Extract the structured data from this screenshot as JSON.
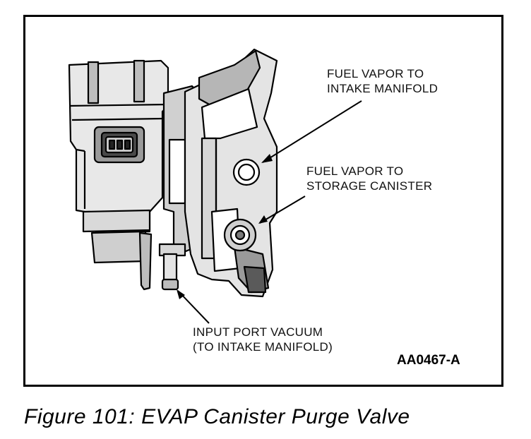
{
  "diagram": {
    "subject": "evap-canister-purge-valve",
    "labels": {
      "fuel_vapor_intake": [
        "FUEL VAPOR TO",
        "INTAKE MANIFOLD"
      ],
      "fuel_vapor_canister": [
        "FUEL VAPOR TO",
        "STORAGE CANISTER"
      ],
      "input_port": [
        "INPUT PORT VACUUM",
        "(TO INTAKE MANIFOLD)"
      ]
    },
    "reference_code": "AA0467-A"
  },
  "caption": "Figure 101: EVAP Canister Purge Valve",
  "colors": {
    "ink": "#000000",
    "paper": "#ffffff",
    "fill_light": "#eeeeee",
    "fill_mid": "#cfcfcf",
    "fill_dark": "#9a9a9a"
  }
}
